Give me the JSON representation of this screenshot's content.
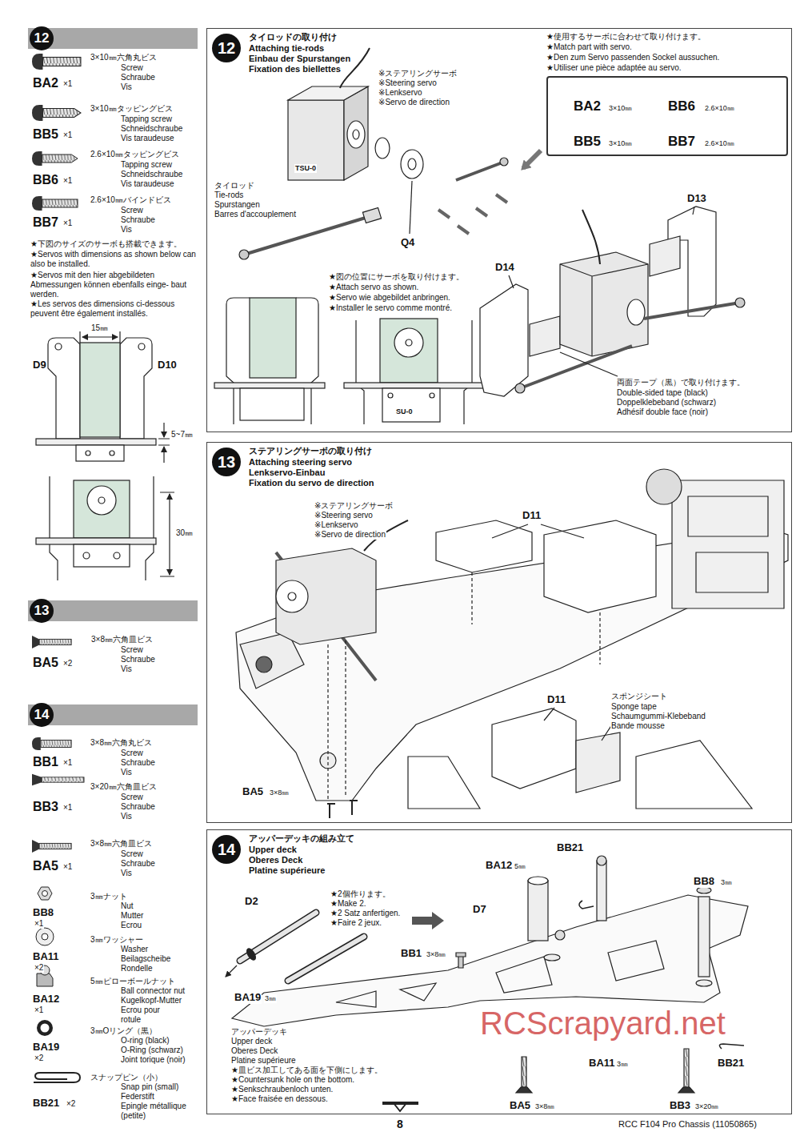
{
  "diagram": {
    "nodes": [
      {
        "text": [
          "12"
        ]
      },
      {
        "text": [
          "13"
        ]
      },
      {
        "text": [
          "14"
        ]
      },
      {
        "text": [
          "12",
          "タイロッドの取り付け",
          "Attaching tie-rods",
          "Einbau der Spurstangen",
          "Fixation des biellettes"
        ]
      },
      {
        "text": [
          "BA2",
          "3×10㎜",
          "BB6",
          "2.6×10㎜",
          "BB5",
          "3×10㎜",
          "BB7",
          "2.6×10㎜"
        ],
        "in": 3
      },
      {
        "text": [
          "13",
          "ステアリングサーボの取り付け",
          "Attaching steering servo",
          "Lenkservo-Einbau",
          "Fixation du servo de direction"
        ]
      },
      {
        "text": [
          "14",
          "アッパーデッキの組み立て",
          "Upper deck",
          "Oberes Deck",
          "Platine supérieure"
        ]
      }
    ],
    "labels": [
      "BA2",
      "×1",
      "3×10㎜六角丸ビス",
      "Screw",
      "Schraube",
      "Vis",
      "BB5",
      "×1",
      "3×10㎜タッピングビス",
      "Tapping screw",
      "Schneidschraube",
      "Vis taraudeuse",
      "BB6",
      "×1",
      "2.6×10㎜タッピングビス",
      "Tapping screw",
      "Schneidschraube",
      "Vis taraudeuse",
      "BB7",
      "×1",
      "2.6×10㎜バインドビス",
      "Screw",
      "Schraube",
      "Vis",
      "★下図のサイズのサーボも搭載できます。",
      "★Servos with dimensions as shown below can also be installed.",
      "★Servos mit den hier abgebildeten Abmessungen können ebenfalls einge- baut werden.",
      "★Les servos des dimensions ci-dessous peuvent être également installés.",
      "15㎜",
      "D9",
      "D10",
      "5~7㎜",
      "30㎜",
      "BA5",
      "×2",
      "3×8㎜六角皿ビス",
      "Screw",
      "Schraube",
      "Vis",
      "BB1",
      "×1",
      "3×8㎜六角丸ビス",
      "Screw",
      "Schraube",
      "Vis",
      "BB3",
      "×1",
      "3×20㎜六角皿ビス",
      "Screw",
      "Schraube",
      "Vis",
      "BA5",
      "×1",
      "3×8㎜六角皿ビス",
      "Screw",
      "Schraube",
      "Vis",
      "BB8",
      "×1",
      "3㎜ナット",
      "Nut",
      "Mutter",
      "Ecrou",
      "BA11",
      "×2",
      "3㎜ワッシャー",
      "Washer",
      "Beilagscheibe",
      "Rondelle",
      "BA12",
      "×1",
      "5㎜ピローボールナット",
      "Ball connector nut",
      "Kugelkopf-Mutter",
      "Ecrou pour rotule",
      "BA19",
      "×2",
      "3㎜Oリング（黒）",
      "O-ring (black)",
      "O-Ring (schwarz)",
      "Joint torique (noir)",
      "BB21",
      "×2",
      "スナップピン（小）",
      "Snap pin (small)",
      "Federstift",
      "Epingle métallique (petite)",
      "※ステアリングサーボ",
      "※Steering servo",
      "※Lenkservo",
      "※Servo de direction",
      "タイロッド",
      "Tie-rods",
      "Spurstangen",
      "Barres d'accouplement",
      "TSU-0",
      "Q4",
      "★図の位置にサーボを取り付けます。",
      "★Attach servo as shown.",
      "★Servo wie abgebildet anbringen.",
      "★Installer le servo comme montré.",
      "SU-0",
      "★使用するサーボに合わせて取り付けます。",
      "★Match part with servo.",
      "★Den zum Servo passenden Sockel aussuchen.",
      "★Utiliser une pièce adaptée au servo.",
      "D13",
      "D14",
      "両面テープ（黒）で取り付けます。",
      "Double-sided tape (black)",
      "Doppelklebeband (schwarz)",
      "Adhésif double face (noir)",
      "※ステアリングサーボ",
      "※Steering servo",
      "※Lenkservo",
      "※Servo de direction",
      "D11",
      "D11",
      "スポンジシート",
      "Sponge tape",
      "Schaumgummi-Klebeband",
      "Bande mousse",
      "BA5",
      "3×8㎜",
      "★2個作ります。",
      "★Make 2.",
      "★2 Satz anfertigen.",
      "★Faire 2 jeux.",
      "D2",
      "BA19",
      "3㎜",
      "BB21",
      "BA12",
      "5㎜",
      "BB8",
      "3㎜",
      "D7",
      "BB1",
      "3×8㎜",
      "アッパーデッキ",
      "Upper deck",
      "Oberes Deck",
      "Platine supérieure",
      "★皿ビス加工してある面を下側にします。",
      "★Countersunk hole on the bottom.",
      "★Senkschraubenloch unten.",
      "★Face fraisée en dessous.",
      "BA11",
      "3㎜",
      "BB21",
      "BA5",
      "3×8㎜",
      "BB3",
      "3×20㎜",
      "RCScrapyard.net",
      "8",
      "RCC F104 Pro Chassis (11050865)"
    ]
  }
}
